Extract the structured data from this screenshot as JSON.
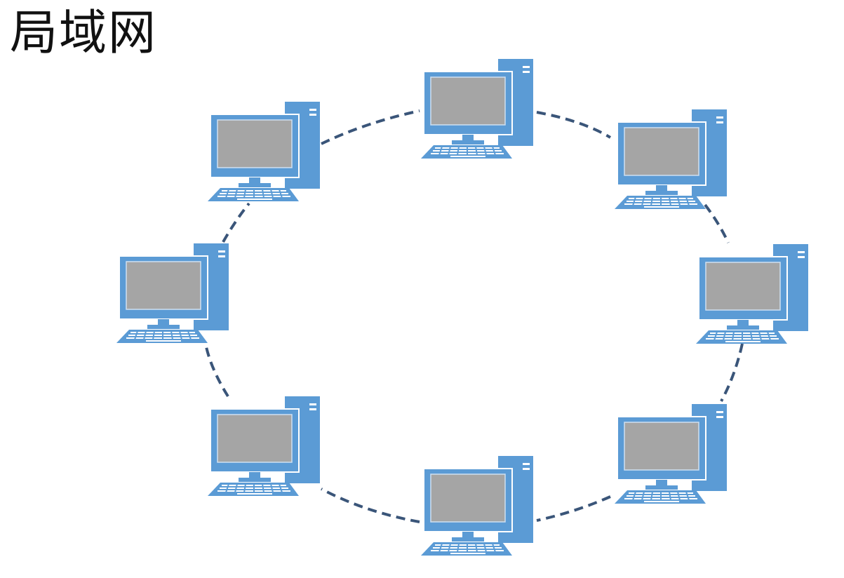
{
  "title": "局域网",
  "diagram": {
    "type": "ring-network",
    "node_icon": "desktop-computer-icon",
    "node_count": 8,
    "connection_style": "dashed",
    "nodes": [
      {
        "id": "computer-top"
      },
      {
        "id": "computer-top-right"
      },
      {
        "id": "computer-right"
      },
      {
        "id": "computer-bottom-right"
      },
      {
        "id": "computer-bottom"
      },
      {
        "id": "computer-bottom-left"
      },
      {
        "id": "computer-left"
      },
      {
        "id": "computer-top-left"
      }
    ]
  },
  "colors": {
    "computer_body": "#5b9bd5",
    "computer_light": "#7fb0e0",
    "screen": "#a5a5a5",
    "link": "#3a5579",
    "title": "#111111"
  }
}
